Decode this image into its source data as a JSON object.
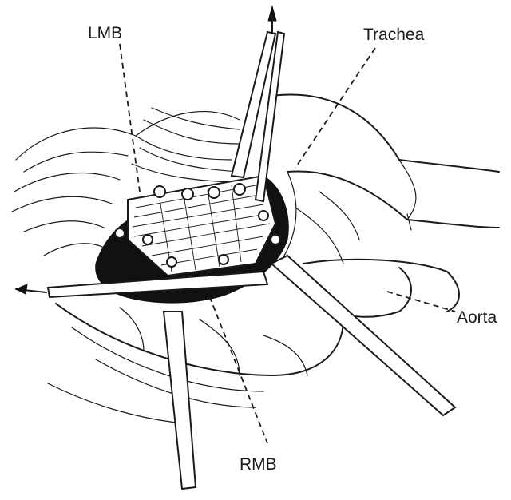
{
  "labels": {
    "lmb": "LMB",
    "trachea": "Trachea",
    "aorta": "Aorta",
    "rmb": "RMB"
  }
}
